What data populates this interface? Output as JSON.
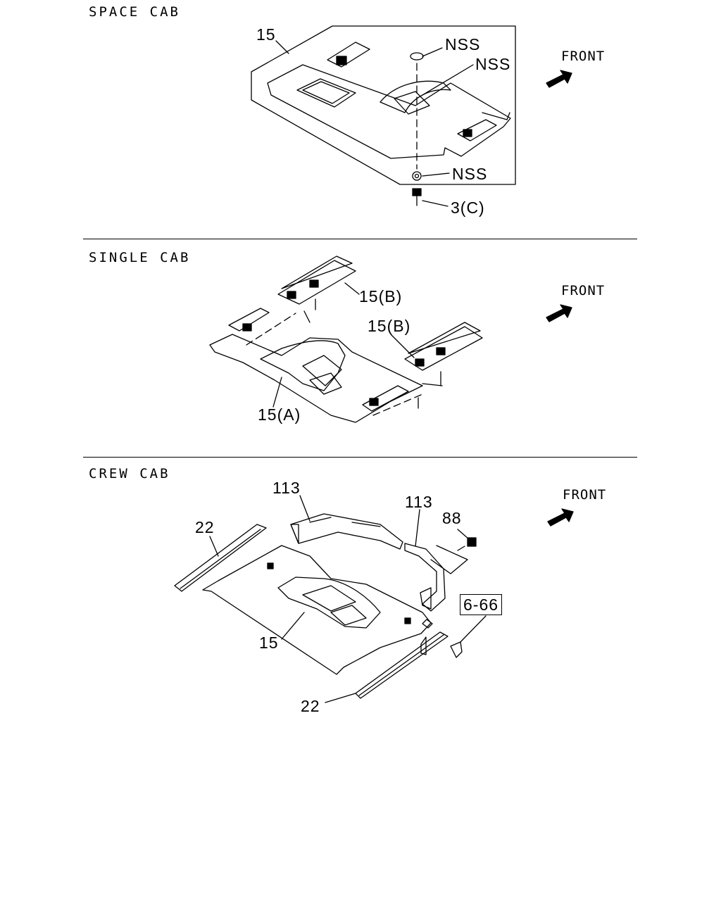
{
  "sections": [
    {
      "title": "SPACE CAB",
      "front_label": "FRONT",
      "callouts": [
        "15",
        "NSS",
        "NSS",
        "NSS",
        "3(C)"
      ]
    },
    {
      "title": "SINGLE CAB",
      "front_label": "FRONT",
      "callouts": [
        "15(B)",
        "15(B)",
        "15(A)"
      ]
    },
    {
      "title": "CREW CAB",
      "front_label": "FRONT",
      "callouts": [
        "113",
        "113",
        "88",
        "22",
        "6-66",
        "15",
        "22"
      ]
    }
  ]
}
